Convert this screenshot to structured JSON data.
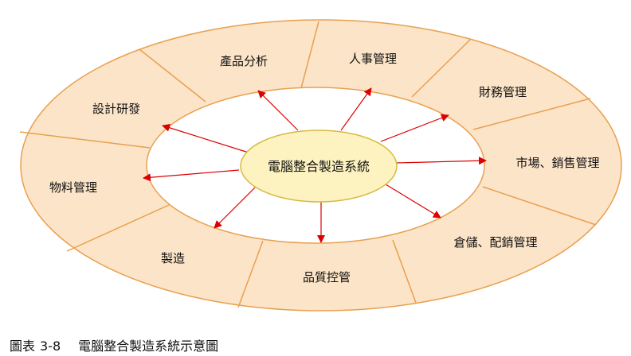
{
  "diagram": {
    "center": "電腦整合製造系統",
    "segments": [
      {
        "label": "產品分析"
      },
      {
        "label": "人事管理"
      },
      {
        "label": "財務管理"
      },
      {
        "label": "市場、銷售管理"
      },
      {
        "label": "倉儲、配銷管理"
      },
      {
        "label": "品質控管"
      },
      {
        "label": "製造"
      },
      {
        "label": "物料管理"
      },
      {
        "label": "設計研發"
      }
    ]
  },
  "caption": {
    "prefix": "圖表",
    "number": "3-8",
    "text": "電腦整合製造系統示意圖"
  },
  "colors": {
    "ring_fill": "#fce4c8",
    "ring_stroke": "#e8a050",
    "center_fill": "#fdf3c0",
    "center_stroke": "#d9b840",
    "arrow": "#dd0000"
  }
}
